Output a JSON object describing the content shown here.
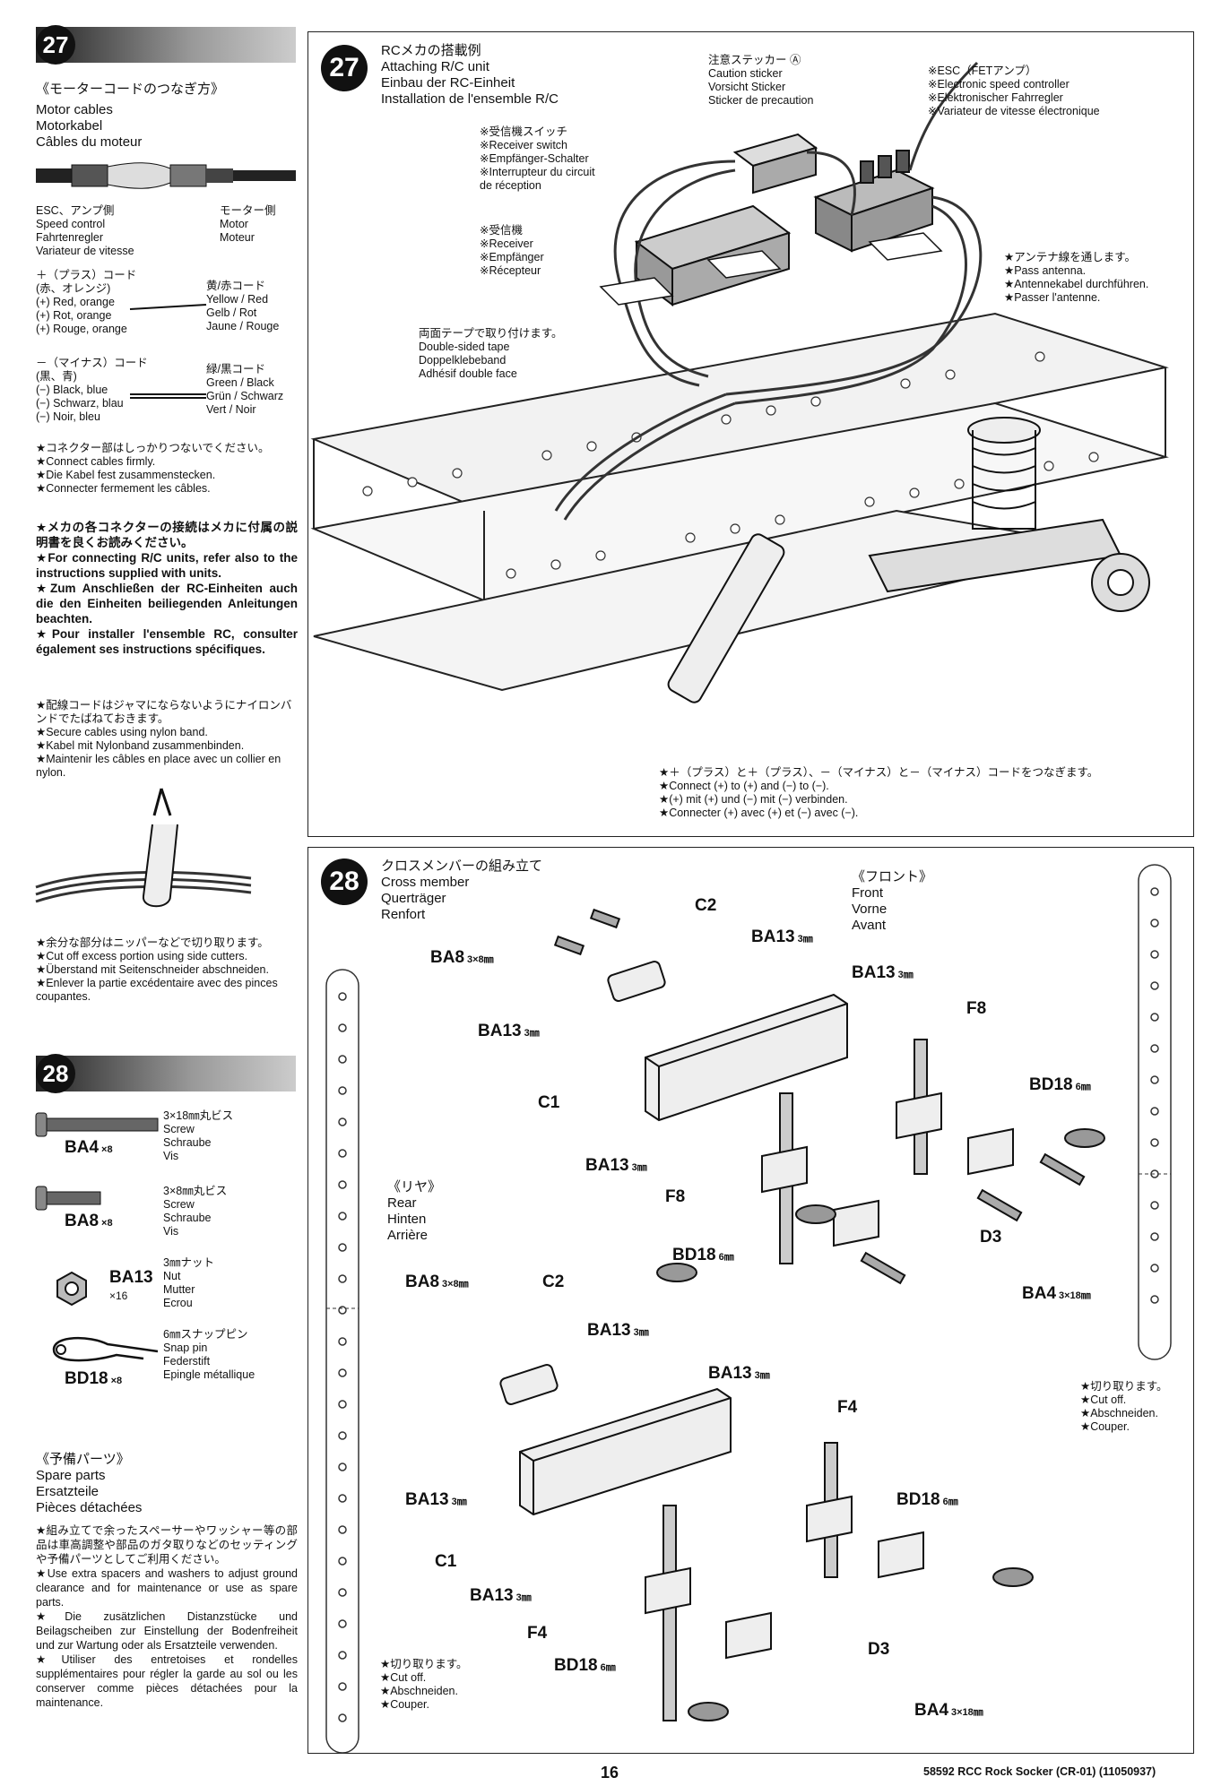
{
  "left": {
    "step27": {
      "number": "27",
      "heading_jp": "《モーターコードのつなぎ方》",
      "heading": "Motor cables\nMotorkabel\nCâbles du moteur",
      "esc_side": "ESC、アンプ側\nSpeed control\nFahrtenregler\nVariateur de vitesse",
      "motor_side": "モーター側\nMotor\nMoteur",
      "plus_cord": "＋（プラス）コード\n(赤、オレンジ)\n(+) Red, orange\n(+) Rot, orange\n(+) Rouge, orange",
      "plus_target": "黄/赤コード\nYellow / Red\nGelb / Rot\nJaune / Rouge",
      "minus_cord": "－（マイナス）コード\n(黒、青)\n(−) Black, blue\n(−) Schwarz, blau\n(−) Noir, bleu",
      "minus_target": "緑/黒コード\nGreen / Black\nGrün / Schwarz\nVert / Noir",
      "note_connect": "★コネクター部はしっかりつないでください。\n★Connect cables firmly.\n★Die Kabel fest zusammenstecken.\n★Connecter fermement les câbles.",
      "note_rc": "★メカの各コネクターの接続はメカに付属の説明書を良くお読みください。\n★For connecting R/C units, refer also to the instructions supplied with units.\n★Zum Anschließen der RC-Einheiten auch die den Einheiten beiliegenden Anleitungen beachten.\n★Pour installer l'ensemble RC, consulter également ses instructions spécifiques.",
      "note_band": "★配線コードはジャマにならないようにナイロンバンドでたばねておきます。\n★Secure cables using nylon band.\n★Kabel mit Nylonband zusammenbinden.\n★Maintenir les câbles en place avec un collier en nylon.",
      "note_cut": "★余分な部分はニッパーなどで切り取ります。\n★Cut off excess portion using side cutters.\n★Überstand mit Seitenschneider abschneiden.\n★Enlever la partie excédentaire avec des pinces coupantes."
    },
    "step28": {
      "number": "28",
      "parts": [
        {
          "code": "BA4",
          "qty": "×8",
          "desc": "3×18㎜丸ビス\nScrew\nSchraube\nVis"
        },
        {
          "code": "BA8",
          "qty": "×8",
          "desc": "3×8㎜丸ビス\nScrew\nSchraube\nVis"
        },
        {
          "code": "BA13",
          "qty": "×16",
          "desc": "3㎜ナット\nNut\nMutter\nEcrou"
        },
        {
          "code": "BD18",
          "qty": "×8",
          "desc": "6㎜スナップピン\nSnap pin\nFederstift\nEpingle métallique"
        }
      ],
      "spare_heading": "《予備パーツ》\nSpare parts\nErsatzteile\nPièces détachées",
      "spare_note": "★組み立てで余ったスペーサーやワッシャー等の部品は車高調整や部品のガタ取りなどのセッティングや予備パーツとしてご利用ください。\n★Use extra spacers and washers to adjust ground clearance and for maintenance or use as spare parts.\n★Die zusätzlichen Distanzstücke und Beilagscheiben zur Einstellung der Bodenfreiheit und zur Wartung oder als Ersatzteile verwenden.\n★Utiliser des entretoises et rondelles supplémentaires pour régler la garde au sol ou les conserver comme pièces détachées pour la maintenance."
    }
  },
  "panel27": {
    "number": "27",
    "title": "RCメカの搭載例\nAttaching R/C unit\nEinbau der RC-Einheit\nInstallation de l'ensemble R/C",
    "caution": "注意ステッカー Ⓐ\nCaution sticker\nVorsicht Sticker\nSticker de precaution",
    "esc": "※ESC（FETアンプ）\n※Electronic speed controller\n※Elektronischer Fahrregler\n※Variateur de vitesse électronique",
    "receiver_switch": "※受信機スイッチ\n※Receiver switch\n※Empfänger-Schalter\n※Interrupteur du circuit\nde réception",
    "receiver": "※受信機\n※Receiver\n※Empfänger\n※Récepteur",
    "antenna": "★アンテナ線を通します。\n★Pass antenna.\n★Antennekabel durchführen.\n★Passer l'antenne.",
    "tape": "両面テープで取り付けます。\nDouble-sided tape\nDoppelklebeband\nAdhésif double face",
    "connect_note": "★＋（プラス）と＋（プラス）、－（マイナス）と－（マイナス）コードをつなぎます。\n★Connect (+) to (+) and (−) to (−).\n★(+) mit (+) und (−) mit (−) verbinden.\n★Connecter (+) avec (+) et (−) avec (−)."
  },
  "panel28": {
    "number": "28",
    "title": "クロスメンバーの組み立て\nCross member\nQuerträger\nRenfort",
    "front": "《フロント》\nFront\nVorne\nAvant",
    "rear": "《リヤ》\nRear\nHinten\nArrière",
    "cut": "★切り取ります。\n★Cut off.\n★Abschneiden.\n★Couper.",
    "labels": {
      "ba8": "BA8",
      "ba8_size": "3×8㎜",
      "ba13": "BA13",
      "ba13_size": "3㎜",
      "bd18": "BD18",
      "bd18_size": "6㎜",
      "ba4": "BA4",
      "ba4_size": "3×18㎜",
      "c1": "C1",
      "c2": "C2",
      "f8": "F8",
      "f4": "F4",
      "d3": "D3"
    }
  },
  "footer": {
    "page": "16",
    "code": "58592 RCC Rock Socker (CR-01) (11050937)"
  }
}
